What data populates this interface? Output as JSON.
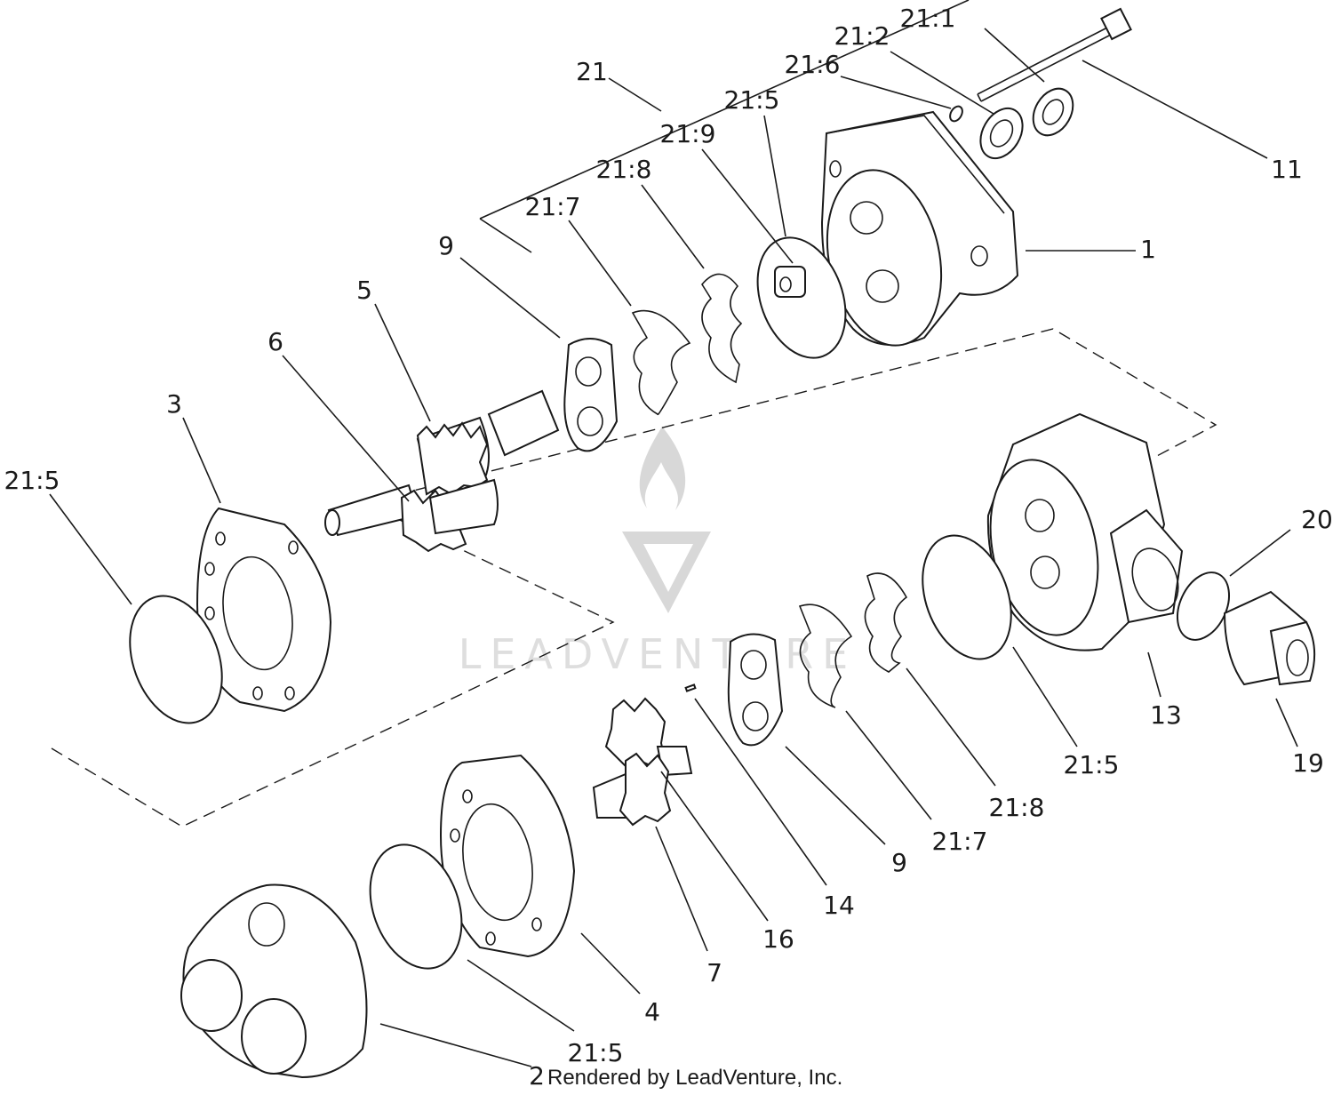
{
  "diagram": {
    "callouts": [
      {
        "id": "c-21-1",
        "label": "21:1"
      },
      {
        "id": "c-21-2",
        "label": "21:2"
      },
      {
        "id": "c-21-6",
        "label": "21:6"
      },
      {
        "id": "c-21",
        "label": "21"
      },
      {
        "id": "c-21-5-a",
        "label": "21:5"
      },
      {
        "id": "c-21-9",
        "label": "21:9"
      },
      {
        "id": "c-21-8-a",
        "label": "21:8"
      },
      {
        "id": "c-21-7-a",
        "label": "21:7"
      },
      {
        "id": "c-9-a",
        "label": "9"
      },
      {
        "id": "c-5",
        "label": "5"
      },
      {
        "id": "c-6",
        "label": "6"
      },
      {
        "id": "c-3",
        "label": "3"
      },
      {
        "id": "c-21-5-b",
        "label": "21:5"
      },
      {
        "id": "c-11",
        "label": "11"
      },
      {
        "id": "c-1",
        "label": "1"
      },
      {
        "id": "c-20",
        "label": "20"
      },
      {
        "id": "c-13",
        "label": "13"
      },
      {
        "id": "c-19",
        "label": "19"
      },
      {
        "id": "c-21-5-c",
        "label": "21:5"
      },
      {
        "id": "c-21-8-b",
        "label": "21:8"
      },
      {
        "id": "c-21-7-b",
        "label": "21:7"
      },
      {
        "id": "c-9-b",
        "label": "9"
      },
      {
        "id": "c-14",
        "label": "14"
      },
      {
        "id": "c-16",
        "label": "16"
      },
      {
        "id": "c-7",
        "label": "7"
      },
      {
        "id": "c-4",
        "label": "4"
      },
      {
        "id": "c-21-5-d",
        "label": "21:5"
      },
      {
        "id": "c-2",
        "label": "2"
      }
    ],
    "watermark": "LEADVENTURE",
    "credit": "Rendered by LeadVenture, Inc."
  }
}
